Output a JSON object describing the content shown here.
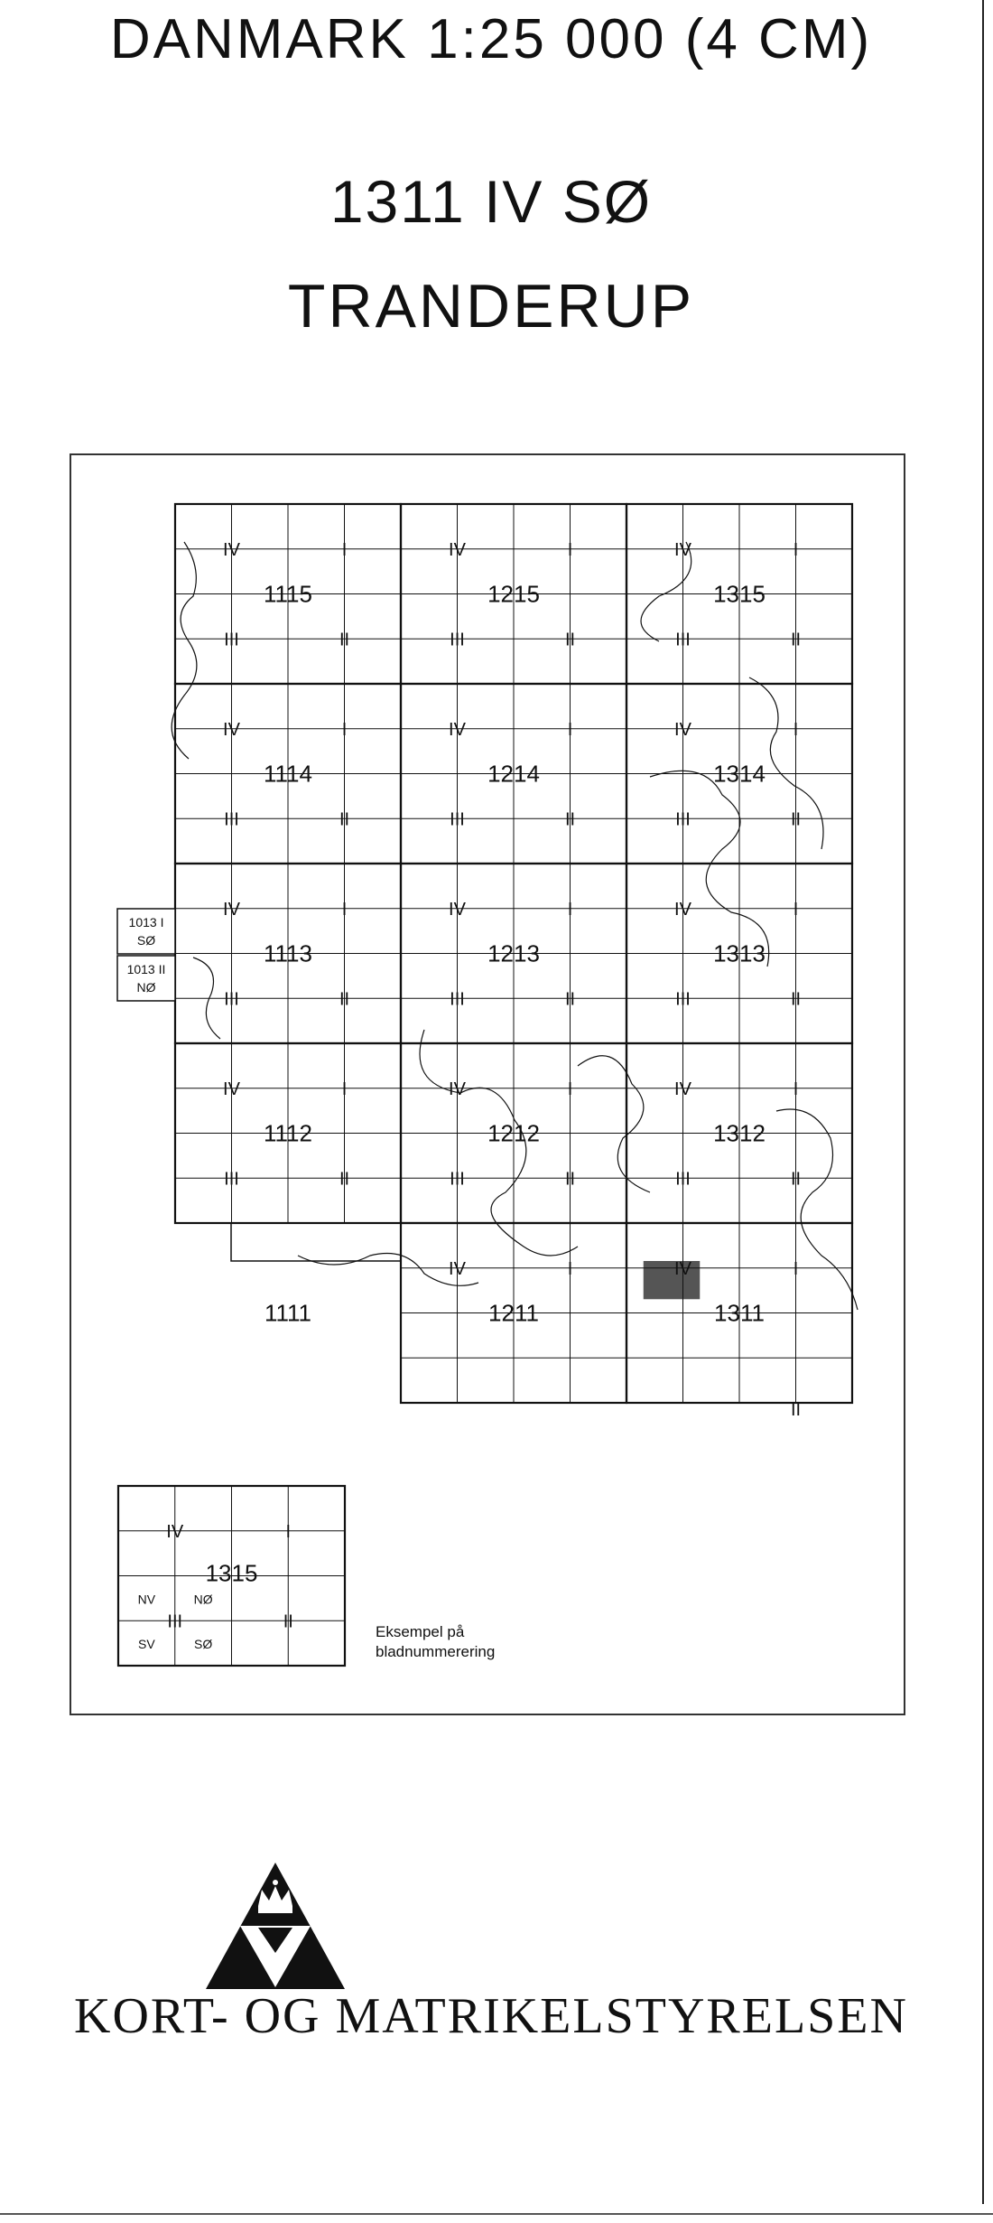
{
  "header": {
    "series": "DANMARK 1:25 000 (4 CM)",
    "sheet_number": "1311 IV SØ",
    "sheet_name": "TRANDERUP"
  },
  "index_map": {
    "blocks": [
      {
        "number": "1115",
        "row": 0,
        "col": 0
      },
      {
        "number": "1215",
        "row": 0,
        "col": 1
      },
      {
        "number": "1315",
        "row": 0,
        "col": 2
      },
      {
        "number": "1114",
        "row": 1,
        "col": 0
      },
      {
        "number": "1214",
        "row": 1,
        "col": 1
      },
      {
        "number": "1314",
        "row": 1,
        "col": 2
      },
      {
        "number": "1113",
        "row": 2,
        "col": 0
      },
      {
        "number": "1213",
        "row": 2,
        "col": 1
      },
      {
        "number": "1313",
        "row": 2,
        "col": 2
      },
      {
        "number": "1112",
        "row": 3,
        "col": 0
      },
      {
        "number": "1212",
        "row": 3,
        "col": 1
      },
      {
        "number": "1312",
        "row": 3,
        "col": 2
      },
      {
        "number": "1111",
        "row": 4,
        "col": 0
      },
      {
        "number": "1211",
        "row": 4,
        "col": 1
      },
      {
        "number": "1311",
        "row": 4,
        "col": 2
      }
    ],
    "quadrant_labels": [
      "IV",
      "I",
      "III",
      "II"
    ],
    "side_sheets": [
      {
        "number": "1013",
        "quadrant": "I",
        "sub": "SØ"
      },
      {
        "number": "1013",
        "quadrant": "II",
        "sub": "NØ"
      }
    ],
    "highlighted_sheet": "1311 IV SØ"
  },
  "example": {
    "number": "1315",
    "quadrant_labels": [
      "IV",
      "I",
      "III",
      "II"
    ],
    "sub_labels": [
      "NV",
      "NØ",
      "SV",
      "SØ"
    ],
    "caption_line1": "Eksempel på",
    "caption_line2": "bladnummerering"
  },
  "footer": {
    "agency": "KORT- OG MATRIKELSTYRELSEN"
  },
  "colors": {
    "ink": "#111111",
    "highlight": "#555555"
  }
}
